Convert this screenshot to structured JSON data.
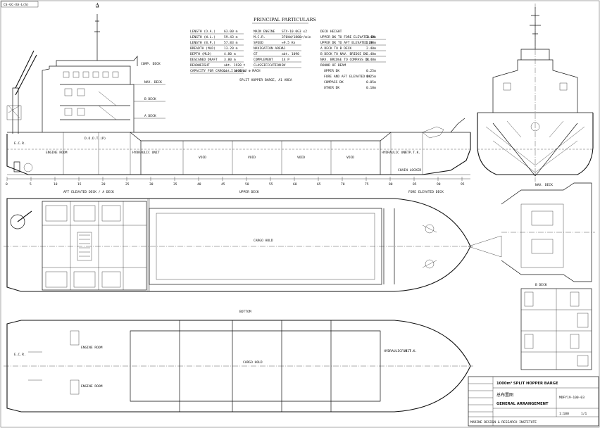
{
  "drawing_no_corner": "CS-GC-XA-L(S)",
  "principal_particulars": {
    "heading": "PRINCIPAL PARTICULARS",
    "left": [
      {
        "label": "LENGTH (O.A.)",
        "value": "63.00 m"
      },
      {
        "label": "LENGTH (W.L.)",
        "value": "59.43 m"
      },
      {
        "label": "LENGTH (B.P.)",
        "value": "57.83 m"
      },
      {
        "label": "BREADTH (MLD)",
        "value": "13.20 m"
      },
      {
        "label": "DEPTH (MLD)",
        "value": "4.80 m"
      },
      {
        "label": "DESIGNED DRAFT",
        "value": "3.80 m"
      },
      {
        "label": "DEADWEIGHT",
        "value": "abt. 1920 t"
      },
      {
        "label": "CAPACITY FOR CARGO",
        "value": "abt. 1000 m³"
      }
    ],
    "middle": [
      {
        "label": "MAIN ENGINE",
        "value": "STX-10.0G3 x2"
      },
      {
        "label": "M.C.R.",
        "value": "370kW/1800r/min"
      },
      {
        "label": "SPEED",
        "value": "≈9.5 Kn"
      },
      {
        "label": "NAVIGATION AREA",
        "value": "A1"
      },
      {
        "label": "GT",
        "value": "abt. 1090"
      },
      {
        "label": "COMPLEMENT",
        "value": "14 P"
      },
      {
        "label": "CLASSIFICATION",
        "value": "BV"
      }
    ],
    "class_notation_1": "I ✠ HULL ✠ MACH",
    "class_notation_2": "SPLIT HOPPER BARGE, A1 AREA",
    "deck_heights_heading": "DECK HEIGHT",
    "right": [
      {
        "label": "UPPER DK TO FORE ELEVATED DK",
        "value": "1.40m"
      },
      {
        "label": "UPPER DK TO AFT ELEVATED DK",
        "value": "1.40m"
      },
      {
        "label": "A DECK TO B DECK",
        "value": "2.40m"
      },
      {
        "label": "B DECK TO NAV. BRIDGE DK",
        "value": "2.40m"
      },
      {
        "label": "NAV. BRIDGE TO COMPASS DK",
        "value": "2.40m"
      }
    ],
    "camber_heading": "ROUND OF BEAM",
    "camber": [
      {
        "label": "UPPER DK",
        "value": "0.25m"
      },
      {
        "label": "FORE AND AFT ELEVATED DK",
        "value": "0.25m"
      },
      {
        "label": "COMPASS DK",
        "value": "0.05m"
      },
      {
        "label": "OTHER DK",
        "value": "0.10m"
      }
    ]
  },
  "profile_labels": {
    "comp_deck": "COMP. DECK",
    "nav_deck": "NAV. DECK",
    "b_deck": "B DECK",
    "a_deck": "A DECK",
    "engine_room": "ENGINE ROOM",
    "ecr": "E.C.R.",
    "dodt": "D.O.D.T.(P)",
    "hydraulic_unit": "HYDRAULIC UNIT",
    "void": "VOID",
    "fptk": "F.P.T.K.",
    "chain_locker": "CHAIN LOCKER"
  },
  "plan_titles": {
    "aft_deck": "AFT ELEVATED DECK / A DECK",
    "upper_deck": "UPPER DECK",
    "fore_deck": "FORE ELEVATED DECK",
    "bottom": "BOTTOM",
    "cargo_hold": "CARGO HOLD",
    "nav_deck_small": "NAV. DECK",
    "b_deck_small": "B DECK"
  },
  "title_block": {
    "title_en": "1000m³ SPLIT HOPPER BARGE",
    "title_cn": "总布置图",
    "drawing_name": "GENERAL ARRANGEMENT",
    "drawing_no": "MDFY19-100-03",
    "institute_en": "MARINE DESIGN & RESEARCH INSTITUTE",
    "scale": "1:100",
    "sheet": "1/1"
  },
  "frame_numbers": [
    "0",
    "5",
    "10",
    "15",
    "20",
    "25",
    "30",
    "35",
    "40",
    "45",
    "50",
    "55",
    "60",
    "65",
    "70",
    "75",
    "80",
    "85",
    "90",
    "95"
  ]
}
